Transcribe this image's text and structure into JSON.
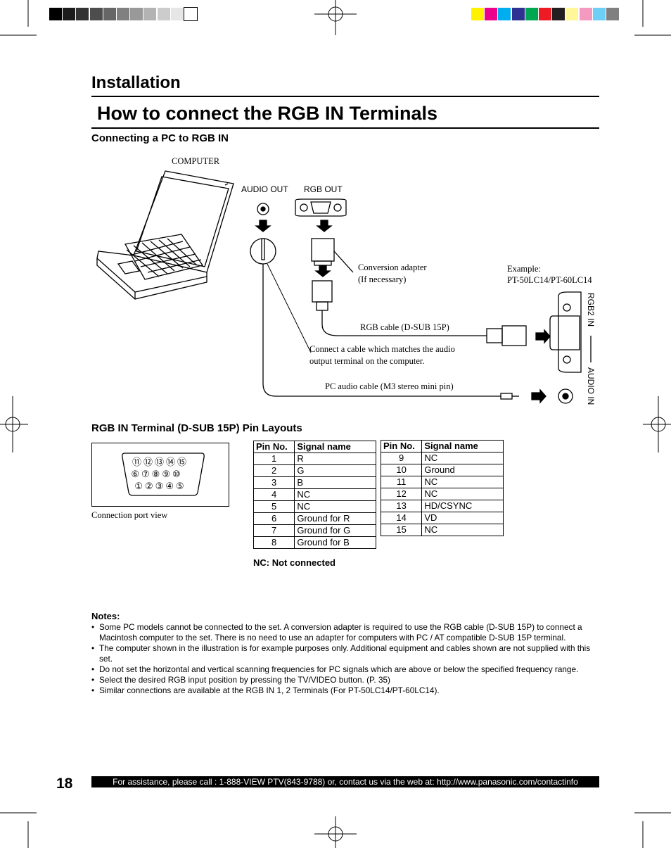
{
  "header": {
    "section": "Installation",
    "title": "How to connect the RGB IN Terminals",
    "subtitle": "Connecting a PC to RGB IN"
  },
  "diagram": {
    "computer": "COMPUTER",
    "audio_out": "AUDIO OUT",
    "rgb_out": "RGB OUT",
    "adapter_line1": "Conversion adapter",
    "adapter_line2": "(If necessary)",
    "example_line1": "Example:",
    "example_line2": "PT-50LC14/PT-60LC14",
    "rgb_cable": "RGB cable (D-SUB 15P)",
    "audio_note_line1": "Connect a cable which matches the audio",
    "audio_note_line2": "output terminal on the computer.",
    "audio_cable": "PC audio cable (M3 stereo mini pin)",
    "rgb2_in": "RGB2 IN",
    "audio_in": "AUDIO IN"
  },
  "pin_section": {
    "title": "RGB IN Terminal (D-SUB 15P) Pin Layouts",
    "port_caption": "Connection port view",
    "port_rows": [
      [
        "⑪",
        "⑫",
        "⑬",
        "⑭",
        "⑮"
      ],
      [
        "⑥",
        "⑦",
        "⑧",
        "⑨",
        "⑩"
      ],
      [
        "①",
        "②",
        "③",
        "④",
        "⑤"
      ]
    ],
    "col_pin": "Pin No.",
    "col_signal": "Signal name",
    "table1": [
      {
        "pin": "1",
        "signal": "R"
      },
      {
        "pin": "2",
        "signal": "G"
      },
      {
        "pin": "3",
        "signal": "B"
      },
      {
        "pin": "4",
        "signal": "NC"
      },
      {
        "pin": "5",
        "signal": "NC"
      },
      {
        "pin": "6",
        "signal": "Ground for R"
      },
      {
        "pin": "7",
        "signal": "Ground for G"
      },
      {
        "pin": "8",
        "signal": "Ground for B"
      }
    ],
    "table2": [
      {
        "pin": "9",
        "signal": "NC"
      },
      {
        "pin": "10",
        "signal": "Ground"
      },
      {
        "pin": "11",
        "signal": "NC"
      },
      {
        "pin": "12",
        "signal": "NC"
      },
      {
        "pin": "13",
        "signal": "HD/CSYNC"
      },
      {
        "pin": "14",
        "signal": "VD"
      },
      {
        "pin": "15",
        "signal": "NC"
      }
    ],
    "nc_note": "NC: Not connected"
  },
  "notes": {
    "title": "Notes:",
    "items": [
      "Some PC models cannot be connected to the set. A conversion adapter is required to use the RGB cable (D-SUB 15P) to connect a Macintosh computer to the set. There is no need to use an adapter for computers with PC / AT compatible D-SUB 15P terminal.",
      "The computer shown in the illustration is for example purposes only. Additional equipment and cables shown are not supplied with this set.",
      "Do not set the horizontal and vertical scanning frequencies for PC signals which are above or below the specified frequency range.",
      "Select the desired RGB input position by pressing the TV/VIDEO button. (P. 35)",
      "Similar connections are available at the RGB IN 1, 2 Terminals (For PT-50LC14/PT-60LC14)."
    ]
  },
  "footer": {
    "page_number": "18",
    "assistance": "For assistance, please call : 1-888-VIEW PTV(843-9788) or, contact us via the web at: http://www.panasonic.com/contactinfo"
  },
  "colors": {
    "gray_swatches": [
      "#000000",
      "#1c1c1c",
      "#333333",
      "#4d4d4d",
      "#666666",
      "#808080",
      "#999999",
      "#b3b3b3",
      "#cccccc",
      "#e6e6e6",
      "#ffffff"
    ],
    "color_swatches": [
      "#fff200",
      "#ec008c",
      "#00aeef",
      "#2e3192",
      "#00a651",
      "#ed1c24",
      "#231f20",
      "#fff799",
      "#f49ac1",
      "#6dcff6",
      "#808080"
    ]
  }
}
